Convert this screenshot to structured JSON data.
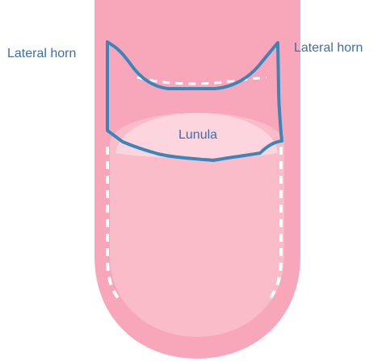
{
  "labels": {
    "lateral_horn_left": "Lateral horn",
    "lateral_horn_right": "Lateral horn",
    "lunula": "Lunula"
  },
  "colors": {
    "finger_skin": "#f8a7bb",
    "nail_plate": "#fbbcca",
    "lunula": "#fdd5df",
    "outline": "#3a86b9",
    "label_text": "#3d6ea6",
    "dashed_edge": "#ffffff"
  }
}
